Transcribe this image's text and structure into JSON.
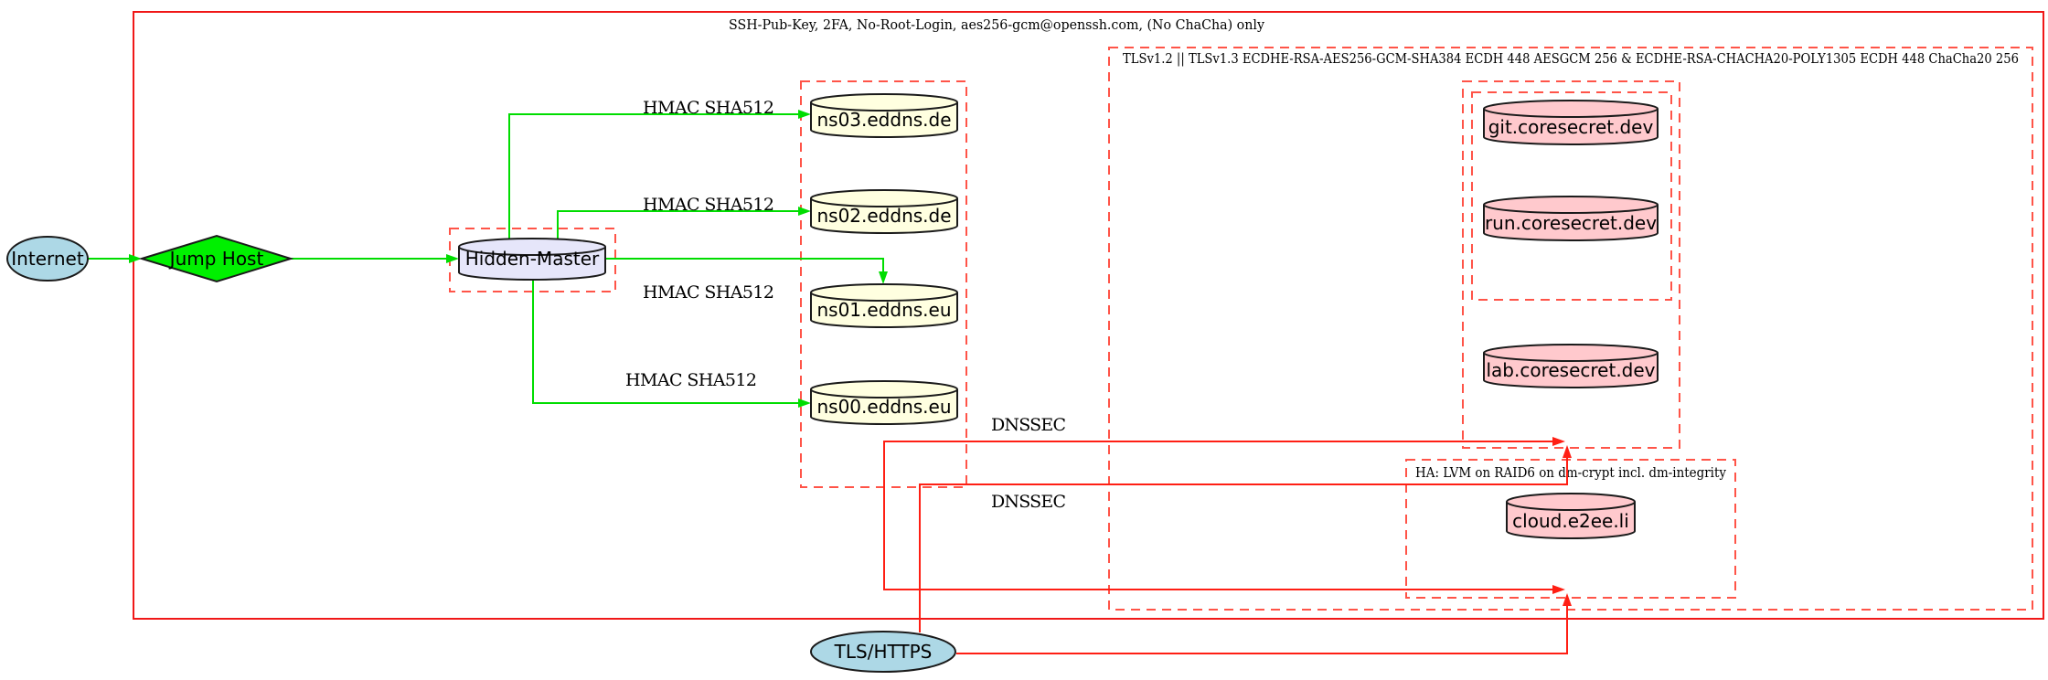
{
  "diagram": {
    "cluster_labels": {
      "ssh_cluster": "SSH-Pub-Key, 2FA, No-Root-Login, aes256-gcm@openssh.com, (No ChaCha) only",
      "tls_cluster": "TLSv1.2 || TLSv1.3 ECDHE-RSA-AES256-GCM-SHA384 ECDH 448 AESGCM 256 & ECDHE-RSA-CHACHA20-POLY1305 ECDH 448 ChaCha20 256",
      "ha_cluster": "HA: LVM on RAID6 on dm-crypt incl. dm-integrity"
    },
    "nodes": {
      "internet": {
        "label": "Internet",
        "fill": "#add8e6"
      },
      "jump_host": {
        "label": "Jump Host",
        "fill": "#00f000"
      },
      "hidden_master": {
        "label": "Hidden-Master",
        "fill": "#e6e6fa"
      },
      "ns03": {
        "label": "ns03.eddns.de",
        "fill": "#ffffe0"
      },
      "ns02": {
        "label": "ns02.eddns.de",
        "fill": "#ffffe0"
      },
      "ns01": {
        "label": "ns01.eddns.eu",
        "fill": "#ffffe0"
      },
      "ns00": {
        "label": "ns00.eddns.eu",
        "fill": "#ffffe0"
      },
      "git": {
        "label": "git.coresecret.dev",
        "fill": "#ffc9cd"
      },
      "run": {
        "label": "run.coresecret.dev",
        "fill": "#ffc9cd"
      },
      "lab": {
        "label": "lab.coresecret.dev",
        "fill": "#ffc9cd"
      },
      "cloud": {
        "label": "cloud.e2ee.li",
        "fill": "#ffc9cd"
      },
      "tls_https": {
        "label": "TLS/HTTPS",
        "fill": "#add8e6"
      }
    },
    "edge_labels": {
      "hmac": "HMAC SHA512",
      "dnssec": "DNSSEC"
    },
    "colors": {
      "green_edge": "#00dd00",
      "red_edge": "#ff1f14",
      "cluster_border": "#ff5448",
      "outer_border": "#f01818"
    }
  }
}
